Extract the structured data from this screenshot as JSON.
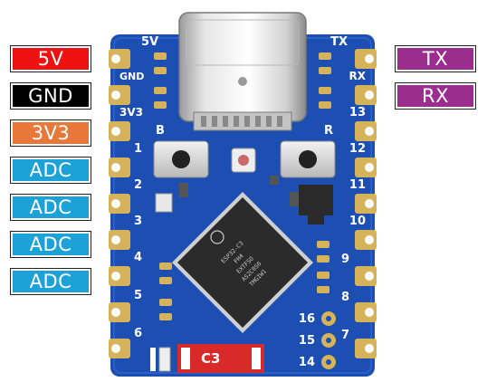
{
  "labels_left": [
    {
      "text": "5V",
      "color": "#ee1111"
    },
    {
      "text": "GND",
      "color": "#000000"
    },
    {
      "text": "3V3",
      "color": "#e8783a"
    },
    {
      "text": "ADC",
      "color": "#1da2d8"
    },
    {
      "text": "ADC",
      "color": "#1da2d8"
    },
    {
      "text": "ADC",
      "color": "#1da2d8"
    },
    {
      "text": "ADC",
      "color": "#1da2d8"
    }
  ],
  "labels_right": [
    {
      "text": "TX",
      "color": "#9b2d8e"
    },
    {
      "text": "RX",
      "color": "#9b2d8e"
    }
  ],
  "board": {
    "pcb_color": "#1d4fb3",
    "pad_color": "#d6b25a",
    "silk_left": [
      "5V",
      "GND",
      "3V3",
      "1",
      "2",
      "3",
      "4",
      "5",
      "6"
    ],
    "silk_right": [
      "TX",
      "RX",
      "13",
      "12",
      "11",
      "10",
      "9",
      "8",
      "7"
    ],
    "button_left": "B",
    "button_right": "R",
    "bottom_pins": [
      "16",
      "15",
      "14"
    ],
    "antenna_label": "C3",
    "chip_lines": [
      "ESP32-C3",
      "FH4",
      "EXTFSO",
      "AS2C0S0",
      "TMGIW1"
    ]
  }
}
